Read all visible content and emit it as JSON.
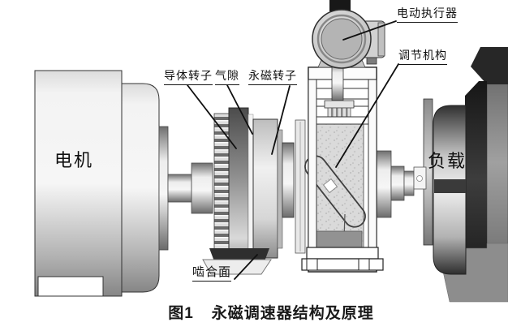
{
  "figure": {
    "caption": {
      "number": "图1",
      "title": "永磁调速器结构及原理"
    },
    "labels": {
      "conductor_rotor": "导体转子",
      "air_gap": "气隙",
      "pm_rotor": "永磁转子",
      "electric_actuator": "电动执行器",
      "adjusting_mechanism": "调节机构",
      "motor": "电机",
      "load": "负载",
      "meshing_surface": "啮合面"
    },
    "colors": {
      "background": "#ffffff",
      "line": "#141414",
      "dark_metal": "#2a2a2a",
      "mid_metal": "#9a9a9a",
      "light_metal": "#e9e9e9",
      "text": "#101010"
    }
  }
}
